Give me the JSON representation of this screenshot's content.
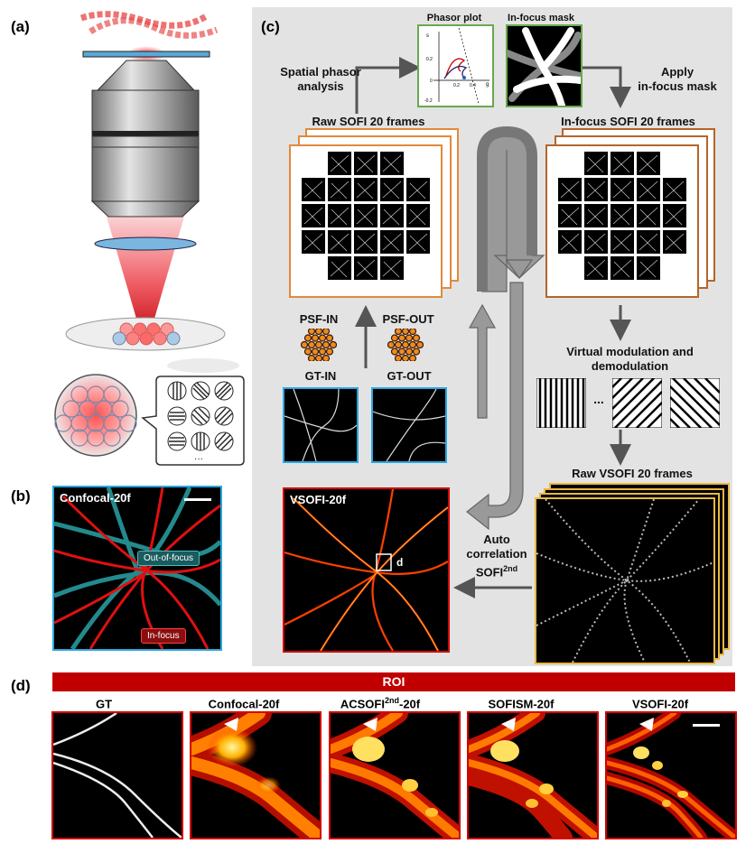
{
  "panel_labels": {
    "a": "(a)",
    "b": "(b)",
    "c": "(c)",
    "d": "(d)"
  },
  "panel_b": {
    "title": "Confocal-20f",
    "out_label": "Out-of-focus",
    "in_label": "In-focus"
  },
  "panel_c": {
    "phasor_plot": "Phasor plot",
    "phasor_axis_s": "s",
    "phasor_axis_g": "g",
    "phasor_ticks": [
      "0.2",
      "0",
      "-0.2",
      "0.2",
      "0.4"
    ],
    "infocus_mask": "In-focus mask",
    "spatial_phasor": [
      "Spatial phasor",
      "analysis"
    ],
    "apply_mask": [
      "Apply",
      "in-focus mask"
    ],
    "raw_sofi": "Raw SOFI 20 frames",
    "infocus_sofi": "In-focus SOFI 20 frames",
    "psf_in": "PSF-IN",
    "psf_out": "PSF-OUT",
    "gt_in": "GT-IN",
    "gt_out": "GT-OUT",
    "virtual_mod": [
      "Virtual modulation and",
      "demodulation"
    ],
    "ellipsis": "...",
    "raw_vsofi": "Raw VSOFI 20 frames",
    "vsofi_title": "VSOFI-20f",
    "roi_marker": "d",
    "autocorr": [
      "Auto",
      "correlation",
      "SOFI",
      "2nd"
    ]
  },
  "panel_d": {
    "roi_bar": "ROI",
    "headers": [
      {
        "main": "GT",
        "sup": "",
        "tail": ""
      },
      {
        "main": "Confocal-20f",
        "sup": "",
        "tail": ""
      },
      {
        "main": "ACSOFI",
        "sup": "2nd",
        "tail": "-20f"
      },
      {
        "main": "SOFISM-20f",
        "sup": "",
        "tail": ""
      },
      {
        "main": "VSOFI-20f",
        "sup": "",
        "tail": ""
      }
    ]
  },
  "colors": {
    "red_border": "#d40000",
    "blue_border": "#2aa8e0",
    "orange_border": "#e08a3c",
    "brown_border": "#b5652a",
    "gold_border": "#e8b840",
    "green_border": "#6aa84f",
    "panel_bg": "#e3e3e3"
  }
}
